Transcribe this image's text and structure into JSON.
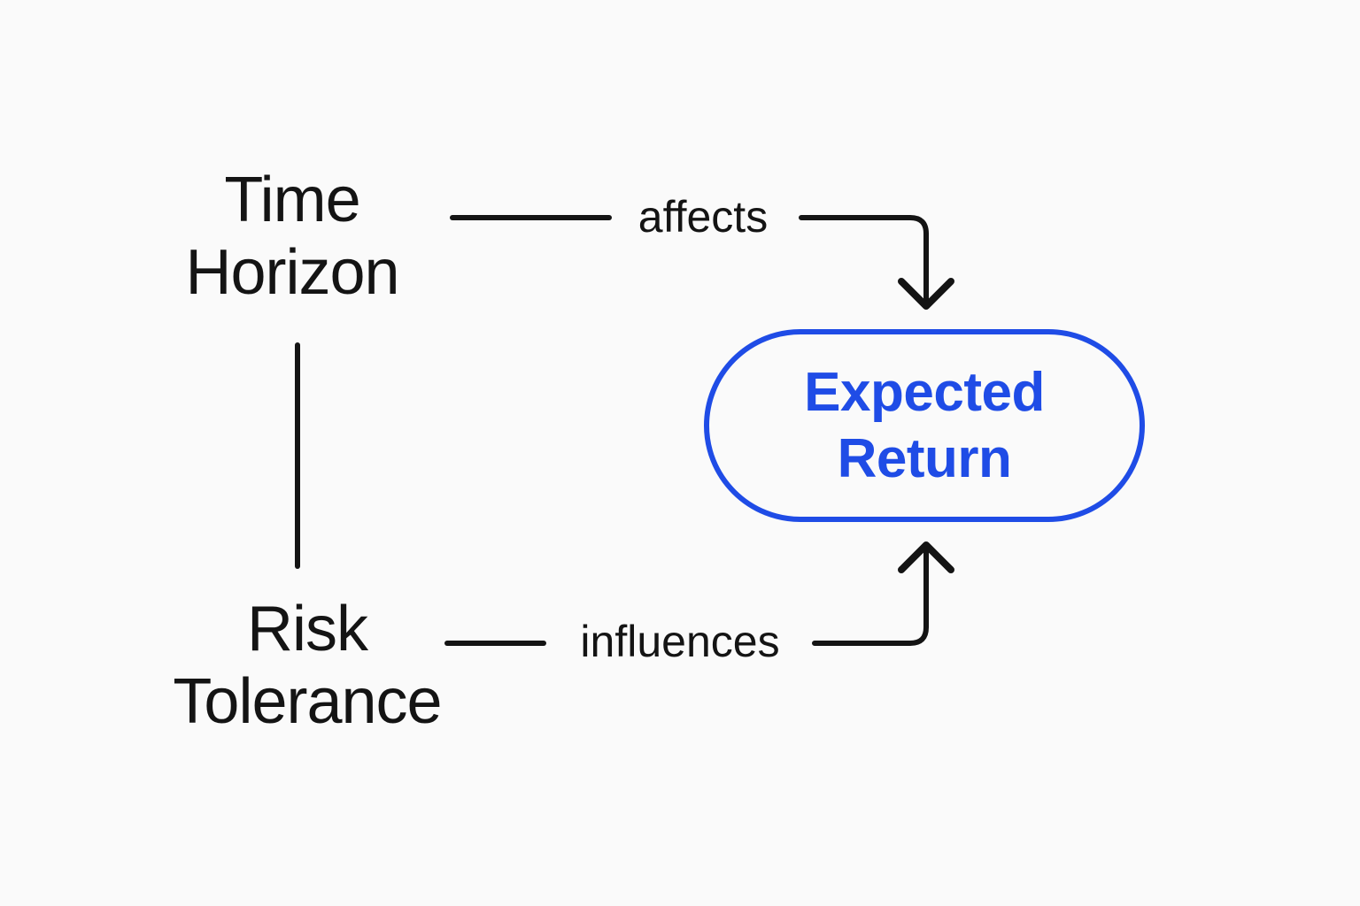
{
  "colors": {
    "background": "#fafafa",
    "ink": "#141414",
    "accent": "#1f4ce6"
  },
  "diagram": {
    "nodes": {
      "time_horizon": {
        "label": "Time\nHorizon"
      },
      "risk_tolerance": {
        "label": "Risk\nTolerance"
      },
      "expected_return": {
        "label": "Expected\nReturn"
      }
    },
    "edges": {
      "affects": {
        "label": "affects",
        "from": "Time Horizon",
        "to": "Expected Return",
        "arrow": "down"
      },
      "influences": {
        "label": "influences",
        "from": "Risk Tolerance",
        "to": "Expected Return",
        "arrow": "up"
      },
      "association": {
        "label": "",
        "from": "Time Horizon",
        "to": "Risk Tolerance",
        "arrow": "none"
      }
    }
  }
}
